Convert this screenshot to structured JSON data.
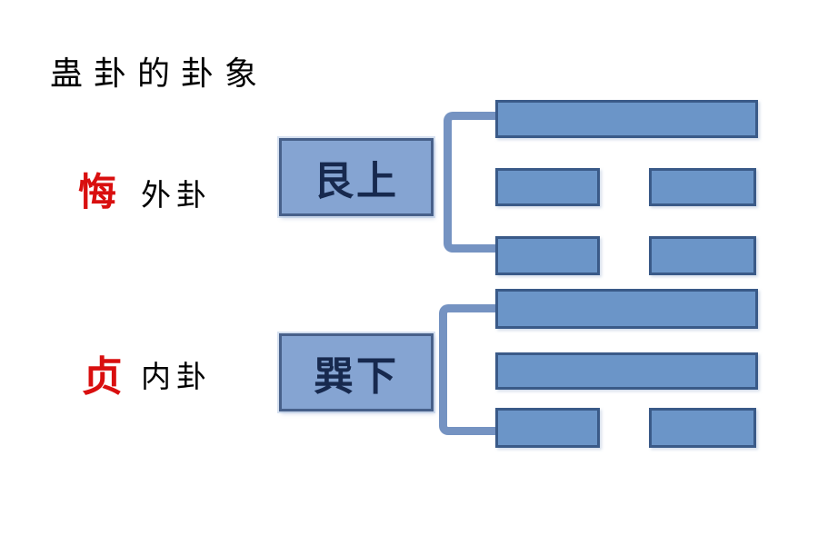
{
  "title": "蛊卦的卦象",
  "labels": {
    "outer": {
      "marker": "悔",
      "text": "外卦"
    },
    "inner": {
      "marker": "贞",
      "text": "内卦"
    }
  },
  "trigrams": [
    {
      "name": "艮上",
      "lines": [
        "yang",
        "yin",
        "yin"
      ]
    },
    {
      "name": "巽下",
      "lines": [
        "yang",
        "yang",
        "yin"
      ]
    }
  ],
  "colors": {
    "background": "#ffffff",
    "text_black": "#000000",
    "marker_red": "#d90f0f",
    "box_fill": "#85a4d2",
    "box_border": "#47608a",
    "box_text": "#17294e",
    "bar_fill": "#6b95c8",
    "bar_border": "#3a5a88",
    "bracket": "#7593c2"
  }
}
